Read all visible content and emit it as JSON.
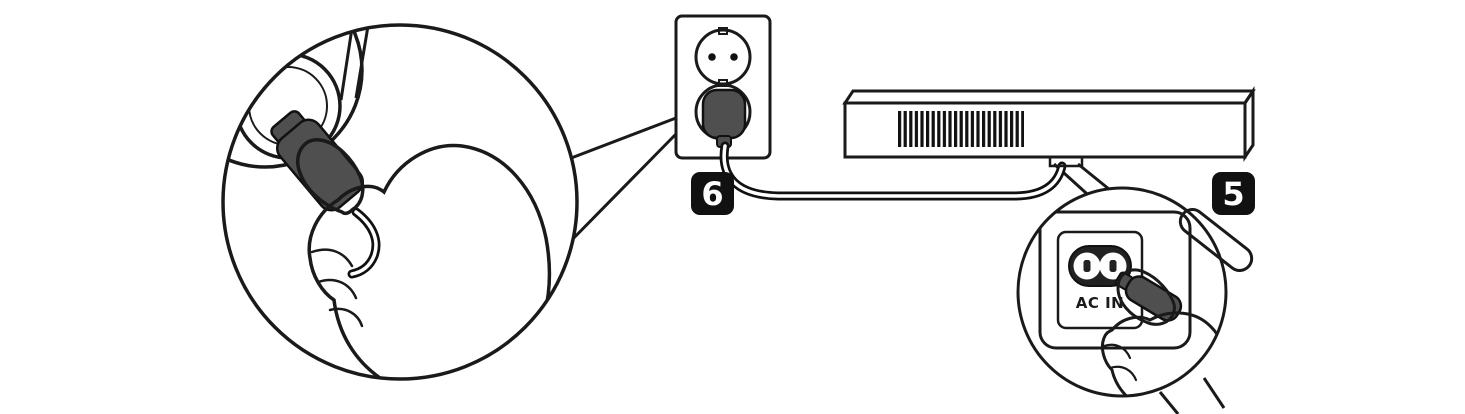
{
  "diagram": {
    "badges": {
      "step6": "6",
      "step5": "5"
    },
    "ac_inlet": {
      "label": "AC IN"
    },
    "icons": {
      "left_inset": "hand-inserting-power-plug-into-wall-outlet-icon",
      "wall_outlet": "wall-outlet-icon",
      "power_plug": "power-plug-icon",
      "power_cable": "power-cable-icon",
      "device": "player-device-icon",
      "vent": "vent-grille-icon",
      "right_inset": "hand-inserting-ac-connector-into-ac-in-port-icon",
      "ac_connector": "ac-power-connector-icon"
    },
    "colors": {
      "line": "#1a1a1a",
      "plug": "#4f4f4f",
      "device_front": "#e3e3e3",
      "device_top": "#b3b3b3",
      "device_side": "#c4c4c4",
      "panel": "#d9d9d9",
      "badge_bg": "#111111",
      "badge_text": "#ffffff",
      "background": "#ffffff"
    }
  }
}
